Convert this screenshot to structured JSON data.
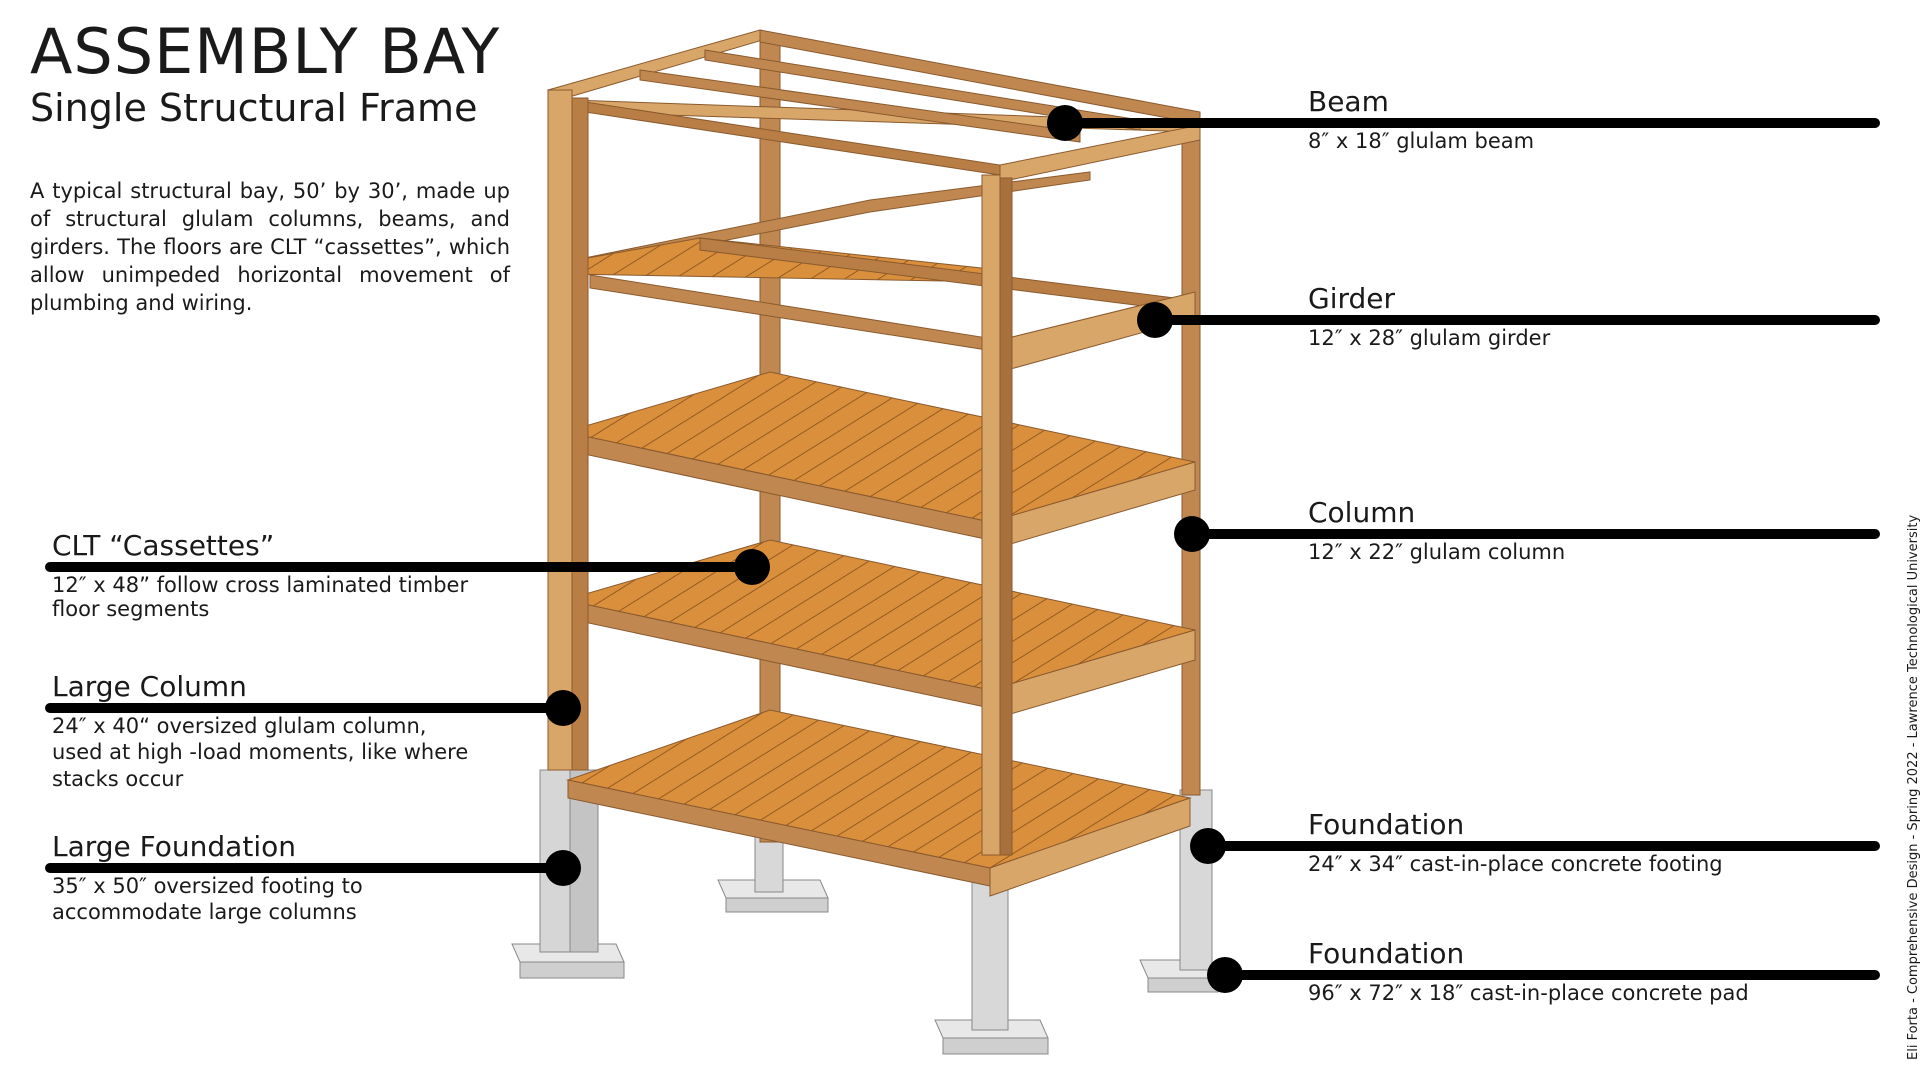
{
  "header": {
    "title": "ASSEMBLY BAY",
    "subtitle": "Single Structural Frame",
    "description": "A typical structural bay, 50’ by 30’, made up of structural glulam columns, beams, and girders. The floors are CLT “cassettes”, which allow unimpeded horizontal movement of plumbing and wiring."
  },
  "callouts": {
    "beam": {
      "label": "Beam",
      "spec": "8″ x 18″ glulam beam"
    },
    "girder": {
      "label": "Girder",
      "spec": "12″ x 28″ glulam girder"
    },
    "column": {
      "label": "Column",
      "spec": "12″ x 22″ glulam column"
    },
    "foundation": {
      "label": "Foundation",
      "spec": "24″ x 34″ cast-in-place concrete footing"
    },
    "pad": {
      "label": "Foundation",
      "spec": "96″ x 72″ x 18″ cast-in-place concrete pad"
    },
    "clt": {
      "label": "CLT “Cassettes”",
      "spec_line1": "12″ x 48” follow cross laminated timber",
      "spec_line2": "floor segments"
    },
    "large_column": {
      "label": "Large Column",
      "spec_line1": "24″ x 40“ oversized glulam column,",
      "spec_line2": "used at high -load moments, like where",
      "spec_line3": "stacks occur"
    },
    "large_foundation": {
      "label": "Large Foundation",
      "spec_line1": "35″ x 50″ oversized footing to",
      "spec_line2": "accommodate large columns"
    }
  },
  "credit": "Eli Forta - Comprehensive Design - Spring 2022 - Lawrence Technological University",
  "colors": {
    "timber_light": "#d9a66a",
    "timber_mid": "#c08850",
    "timber_dark": "#8a5a2e",
    "deck": "#d98f3c",
    "deck_line": "#9a5e22",
    "concrete": "#dcdcdc",
    "concrete_dark": "#a8a8a8",
    "leader": "#000000"
  }
}
